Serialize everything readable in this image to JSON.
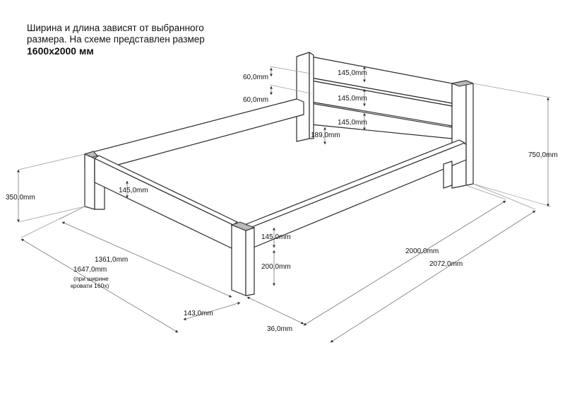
{
  "caption": {
    "line1": "Ширина и длина зависят от выбранного",
    "line2": "размера. На схеме представлен размер",
    "size": "1600x2000 мм"
  },
  "dimensions": {
    "slat_gap_top": "60,0mm",
    "slat_gap_mid": "60,0mm",
    "slat_top": "145,0mm",
    "slat_mid": "145,0mm",
    "slat_bottom": "145,0mm",
    "slat_to_rail": "189,0mm",
    "headboard_height": "750,0mm",
    "leg_height": "350,0mm",
    "side_rail": "145,0mm",
    "front_rail": "145,0mm",
    "clearance": "200,0mm",
    "inner_width": "1361,0mm",
    "outer_width": "1647,0mm",
    "outer_width_note1": "(при ширине",
    "outer_width_note2": "кровати 160х)",
    "leg_width": "143,0mm",
    "leg_depth": "36,0mm",
    "inner_length": "2000,0mm",
    "outer_length": "2072,0mm"
  }
}
